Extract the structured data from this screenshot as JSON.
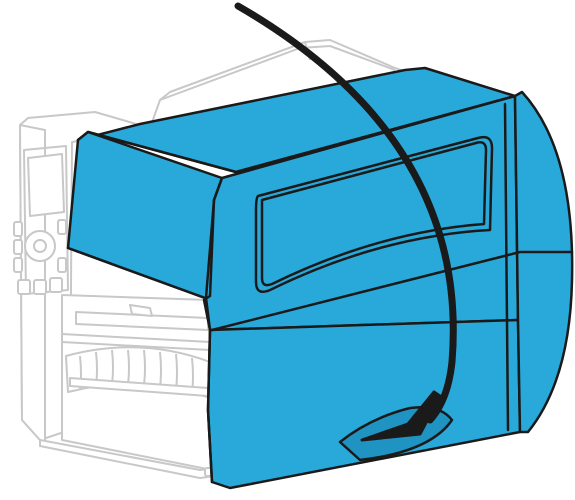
{
  "illustration": {
    "subject": "printer-media-cover-closing",
    "colors": {
      "background": "#ffffff",
      "cover_fill": "#29a9da",
      "cover_fill_dark": "#1f93c2",
      "outline": "#1a1a1a",
      "body_fill": "#ffffff",
      "body_outline": "#c8c8c8",
      "arrow": "#1a1a1a"
    },
    "arrow": {
      "direction": "down-and-forward",
      "meaning": "close-cover"
    }
  }
}
